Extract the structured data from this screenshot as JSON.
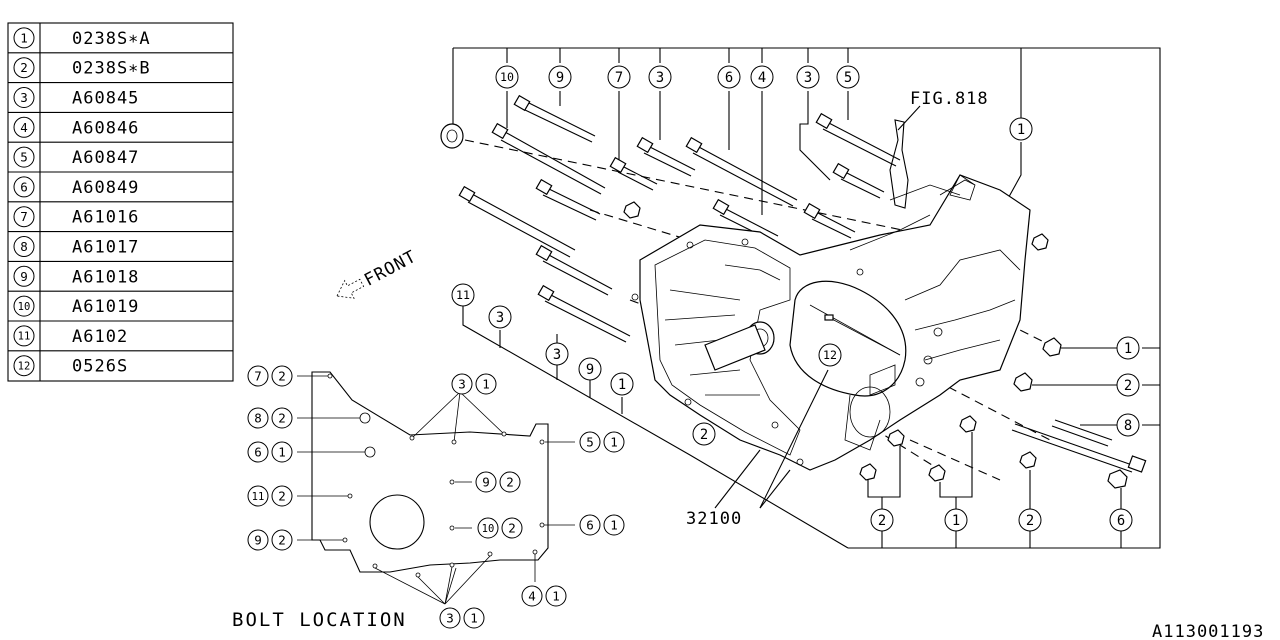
{
  "legend": {
    "rows": [
      {
        "key": "1",
        "part": "0238S∗A"
      },
      {
        "key": "2",
        "part": "0238S∗B"
      },
      {
        "key": "3",
        "part": "A60845"
      },
      {
        "key": "4",
        "part": "A60846"
      },
      {
        "key": "5",
        "part": "A60847"
      },
      {
        "key": "6",
        "part": "A60849"
      },
      {
        "key": "7",
        "part": "A61016"
      },
      {
        "key": "8",
        "part": "A61017"
      },
      {
        "key": "9",
        "part": "A61018"
      },
      {
        "key": "10",
        "part": "A61019"
      },
      {
        "key": "11",
        "part": "A6102"
      },
      {
        "key": "12",
        "part": "0526S"
      }
    ]
  },
  "labels": {
    "fig_ref": "FIG.818",
    "front": "FRONT",
    "part_number": "32100",
    "bolt_location": "BOLT LOCATION",
    "drawing_id": "A113001193"
  },
  "top_callouts": [
    "10",
    "9",
    "7",
    "3",
    "6",
    "4",
    "3",
    "5"
  ],
  "left_callouts": [
    "11",
    "3",
    "3",
    "9",
    "1"
  ],
  "right_callouts": [
    "1",
    "2",
    "8"
  ],
  "bottom_callouts": [
    "2",
    "1",
    "2",
    "6"
  ],
  "misc_callouts": {
    "fig_side": "1",
    "case_left": "2",
    "case_center": "12"
  },
  "bolt_location_callouts": [
    {
      "a": "7",
      "b": "2"
    },
    {
      "a": "8",
      "b": "2"
    },
    {
      "a": "6",
      "b": "1"
    },
    {
      "a": "11",
      "b": "2"
    },
    {
      "a": "9",
      "b": "2"
    },
    {
      "a": "3",
      "b": "1"
    },
    {
      "a": "5",
      "b": "1"
    },
    {
      "a": "9",
      "b": "2"
    },
    {
      "a": "10",
      "b": "2"
    },
    {
      "a": "6",
      "b": "1"
    },
    {
      "a": "4",
      "b": "1"
    },
    {
      "a": "3",
      "b": "1"
    }
  ]
}
